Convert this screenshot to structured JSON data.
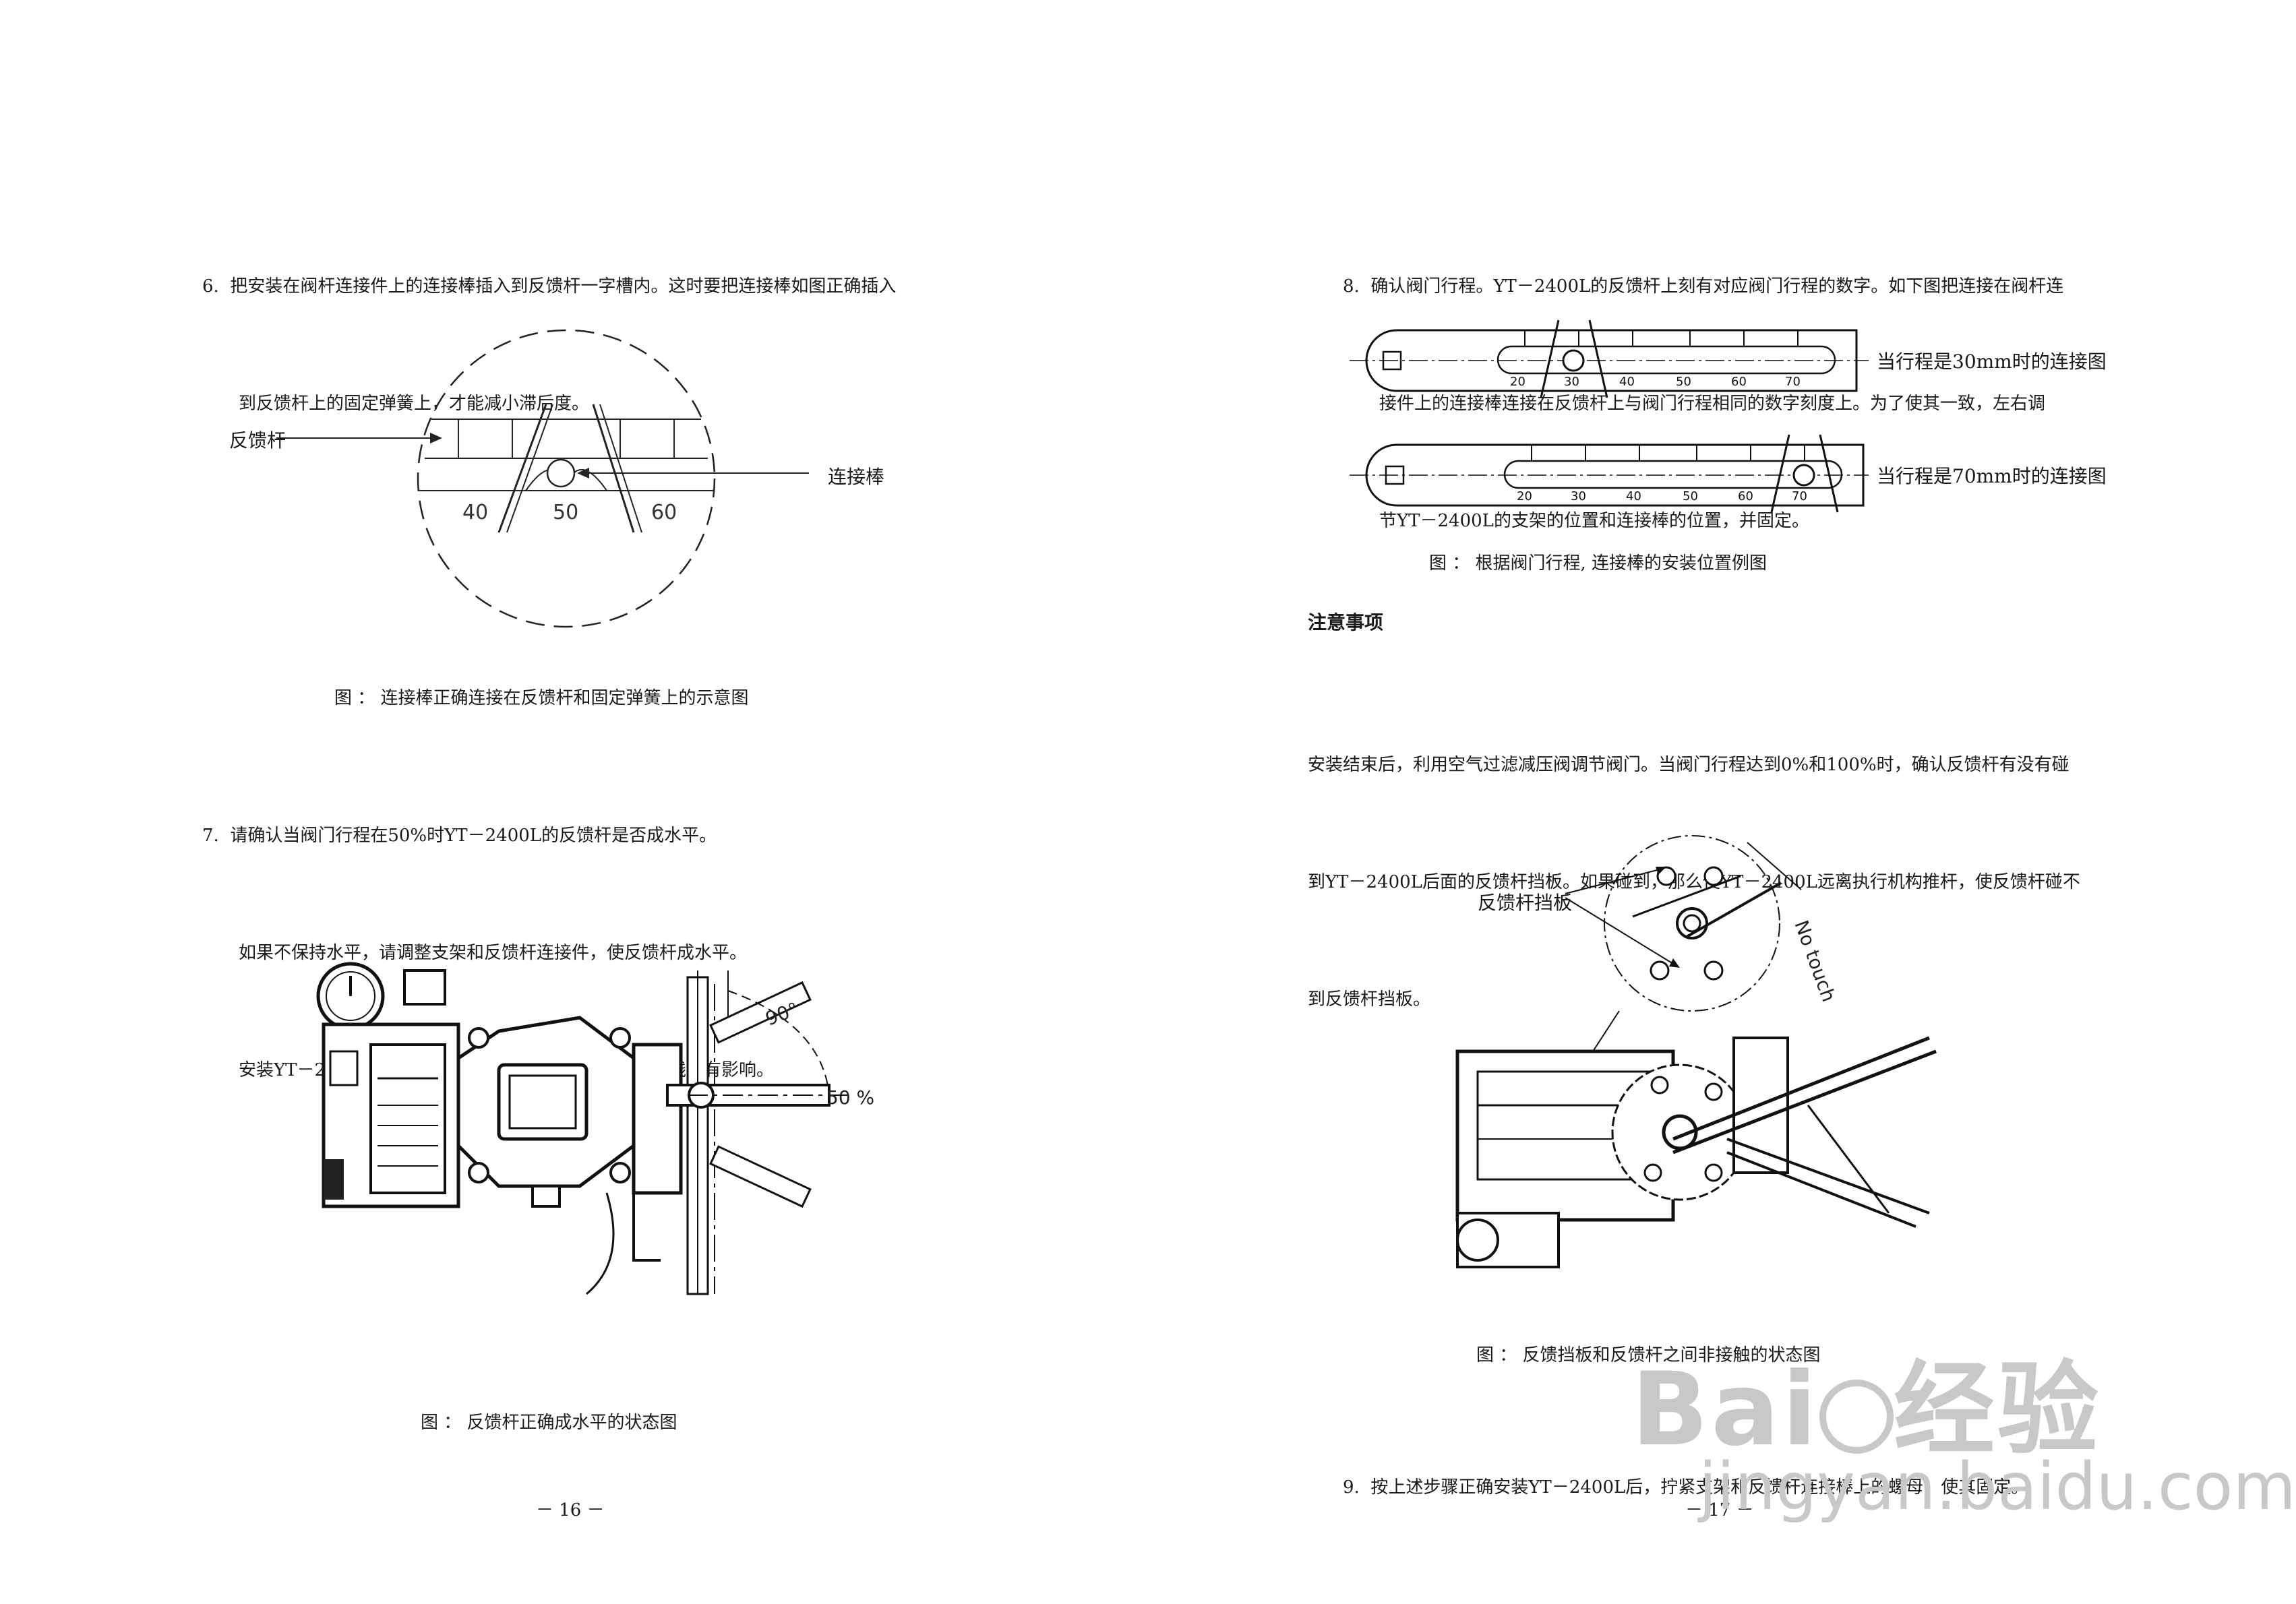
{
  "left_page": {
    "step6": {
      "line1": "6.  把安装在阀杆连接件上的连接棒插入到反馈杆一字槽内。这时要把连接棒如图正确插入",
      "line2": "到反馈杆上的固定弹簧上，才能减小滞后度。"
    },
    "fig1": {
      "label_feedback_lever": "反馈杆",
      "label_connecting_rod": "连接棒",
      "scale_ticks": [
        "40",
        "50",
        "60"
      ],
      "caption": "图 ： 连接棒正确连接在反馈杆和固定弹簧上的示意图"
    },
    "step7": {
      "line1": "7.  请确认当阀门行程在50%时YT－2400L的反馈杆是否成水平。",
      "line2": "如果不保持水平，请调整支架和反馈杆连接件，使反馈杆成水平。",
      "line3": "安装YT－2400L后，如果反馈杆不成水平，则对产品的线性有影响。"
    },
    "fig2": {
      "angle_label": "90°",
      "percent_label": "50 %",
      "caption": "图 ： 反馈杆正确成水平的状态图"
    },
    "page_number": "－ 16 －"
  },
  "right_page": {
    "step8": {
      "line1": "8.  确认阀门行程。YT－2400L的反馈杆上刻有对应阀门行程的数字。如下图把连接在阀杆连",
      "line2": "接件上的连接棒连接在反馈杆上与阀门行程相同的数字刻度上。为了使其一致，左右调",
      "line3": "节YT－2400L的支架的位置和连接棒的位置，并固定。"
    },
    "fig3": {
      "scale_ticks": [
        "20",
        "30",
        "40",
        "50",
        "60",
        "70"
      ],
      "label_30mm": "当行程是30mm时的连接图",
      "label_70mm": "当行程是70mm时的连接图",
      "caption": "图 ： 根据阀门行程, 连接棒的安装位置例图"
    },
    "notice": {
      "title": "注意事项",
      "line1": "安装结束后，利用空气过滤减压阀调节阀门。当阀门行程达到0%和100%时，确认反馈杆有没有碰",
      "line2": "到YT－2400L后面的反馈杆挡板。如果碰到，那么使YT－2400L远离执行机构推杆，使反馈杆碰不",
      "line3": "到反馈杆挡板。"
    },
    "fig4": {
      "label_stopper": "反馈杆挡板",
      "label_no_touch": "No touch",
      "caption": "图 ： 反馈挡板和反馈杆之间非接触的状态图"
    },
    "step9": {
      "line1": "9.  按上述步骤正确安装YT－2400L后，拧紧支架和反馈杆连接棒上的螺母，使其固定。"
    },
    "page_number": "－ 17 －"
  },
  "watermark": {
    "brand": "Bai",
    "brand_suffix": "经验",
    "url": "jingyan.baidu.com"
  }
}
